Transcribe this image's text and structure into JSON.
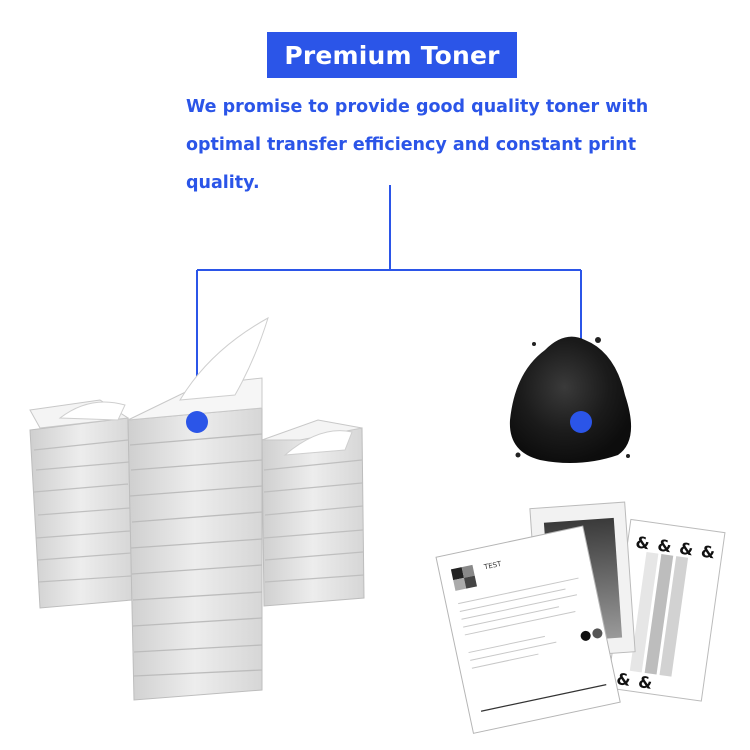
{
  "header": {
    "title": "Premium Toner"
  },
  "tagline": {
    "text": "We promise to provide good quality toner with optimal transfer efficiency and constant print quality."
  },
  "colors": {
    "accent": "#2b55e8",
    "background": "#ffffff"
  },
  "illustrations": {
    "paper": "paper-stacks-image",
    "toner": "toner-powder-image",
    "prints": "test-print-sheets-image"
  },
  "prints": {
    "sheet_title": "TEST",
    "glyph": "&"
  }
}
